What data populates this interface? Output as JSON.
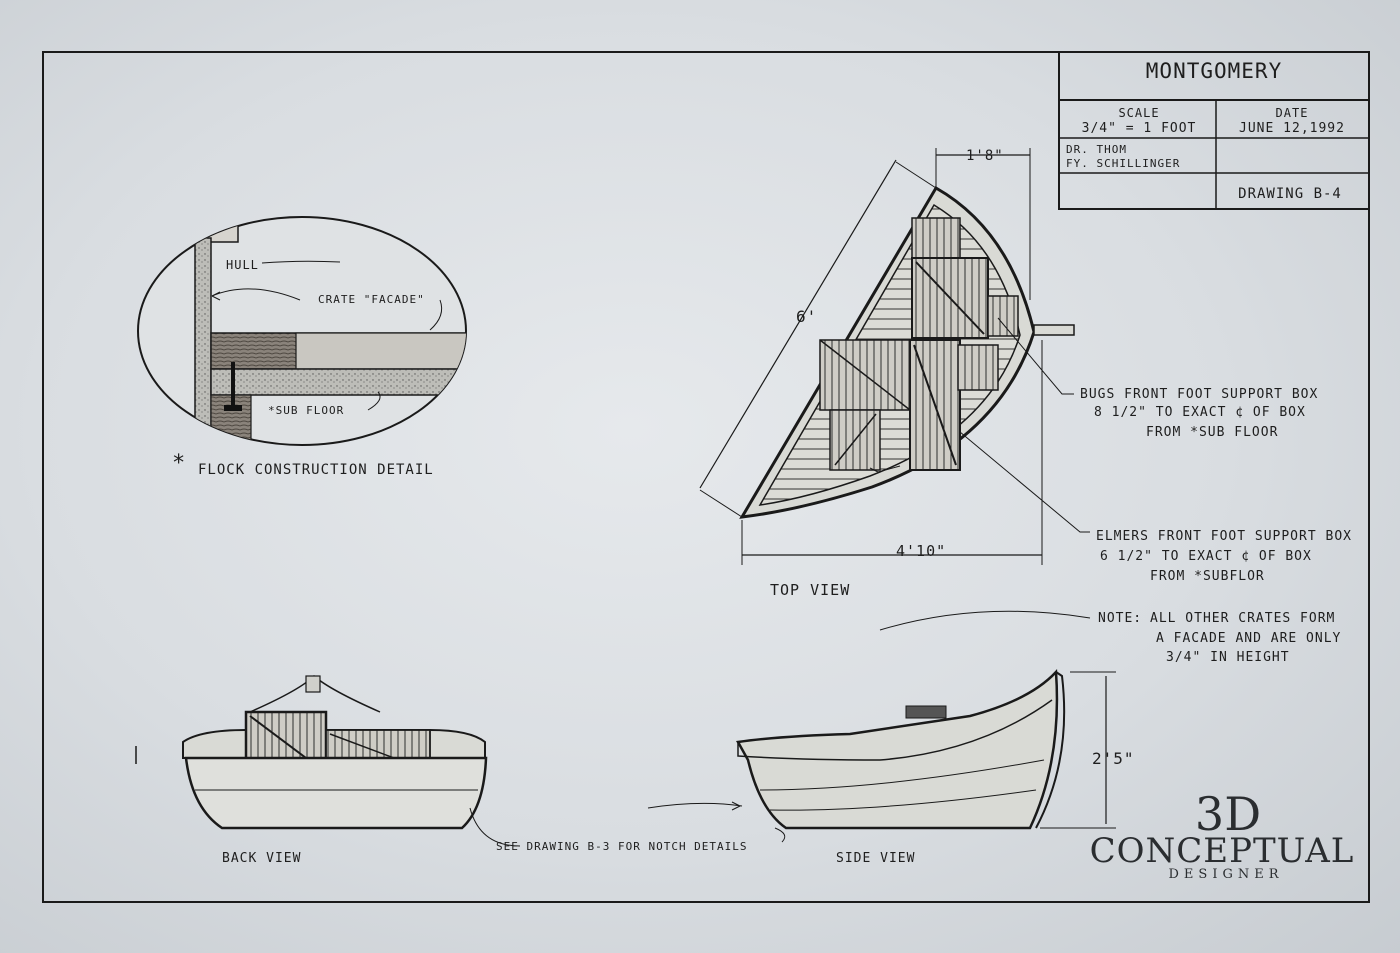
{
  "title_block": {
    "project": "MONTGOMERY",
    "scale_label": "SCALE",
    "scale_value": "3/4\" = 1 FOOT",
    "date_label": "DATE",
    "date_value": "JUNE 12,1992",
    "drawn_by_line1": "DR. THOM",
    "drawn_by_line2": "FY. SCHILLINGER",
    "drawing_no": "DRAWING B-4"
  },
  "detail": {
    "caption": "FLOCK CONSTRUCTION DETAIL",
    "caption_mark": "*",
    "hull_label": "HULL",
    "facade_label": "CRATE \"FACADE\"",
    "subfloor_label": "*SUB FLOOR"
  },
  "top_view": {
    "caption": "TOP VIEW",
    "dim_top": "1'8\"",
    "dim_side": "6'",
    "dim_bottom": "4'10\""
  },
  "notes": {
    "bugs_line1": "BUGS FRONT FOOT SUPPORT BOX",
    "bugs_line2": "8 1/2\" TO EXACT ¢ OF BOX",
    "bugs_line3": "FROM *SUB FLOOR",
    "elmers_line1": "ELMERS FRONT FOOT SUPPORT BOX",
    "elmers_line2": "6 1/2\" TO EXACT ¢ OF BOX",
    "elmers_line3": "FROM *SUBFLOR",
    "note_label": "NOTE:",
    "note_line1": "ALL OTHER CRATES FORM",
    "note_line2": "A FACADE AND ARE ONLY",
    "note_line3": "3/4\" IN HEIGHT"
  },
  "back_view": {
    "caption": "BACK VIEW"
  },
  "side_view": {
    "caption": "SIDE VIEW",
    "dim_height": "2'5\""
  },
  "reference": {
    "text": "SEE DRAWING B-3 FOR NOTCH DETAILS"
  },
  "watermark": {
    "line1": "3D",
    "line2": "CONCEPTUAL",
    "line3": "DESIGNER"
  },
  "colors": {
    "paper": "#e2e5e8",
    "ink": "#1a1a1a",
    "wood": "#6b6560"
  }
}
